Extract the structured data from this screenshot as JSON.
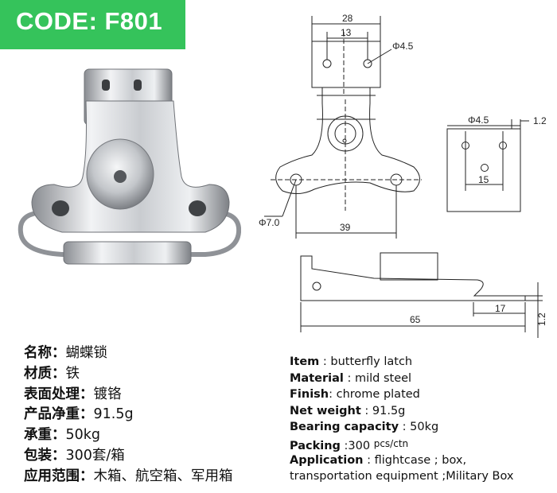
{
  "header": {
    "code": "CODE: F801",
    "badge_color": "#35c35b"
  },
  "drawing": {
    "top_width": "28",
    "top_hole_spacing": "13",
    "top_hole_dia": "Φ4.5",
    "side_hole_dia": "Φ4.5",
    "side_thickness": "1.2",
    "side_hole_spacing": "15",
    "pivot_dia": "Φ7.0",
    "lower_hole_spacing": "39",
    "bottom_length": "65",
    "bottom_offset": "17",
    "bottom_thickness": "1.2"
  },
  "specs_cn": [
    {
      "key": "名称：",
      "value": "蝴蝶锁"
    },
    {
      "key": "材质：",
      "value": "铁"
    },
    {
      "key": "表面处理：",
      "value": "镀铬"
    },
    {
      "key": "产品净重：",
      "value": "91.5g"
    },
    {
      "key": "承重：",
      "value": "50kg"
    },
    {
      "key": "包装：",
      "value": "300套/箱"
    },
    {
      "key": "应用范围：",
      "value": "木箱、航空箱、军用箱"
    }
  ],
  "specs_en": {
    "item": {
      "key": "Item",
      "value": " : butterfly latch"
    },
    "material": {
      "key": "Material",
      "value": " : mild steel"
    },
    "finish": {
      "key": "Finish",
      "value": ": chrome plated"
    },
    "net_weight": {
      "key": "Net weight",
      "value": " : 91.5g"
    },
    "bearing": {
      "key": "Bearing capacity",
      "value": " : 50kg"
    },
    "packing": {
      "key": "Packing",
      "value": " :300 ",
      "unit": "pcs/ctn"
    },
    "application": {
      "key": "Application",
      "value": " : flightcase ; box,",
      "line2": "transportation equipment ;Military Box"
    }
  }
}
